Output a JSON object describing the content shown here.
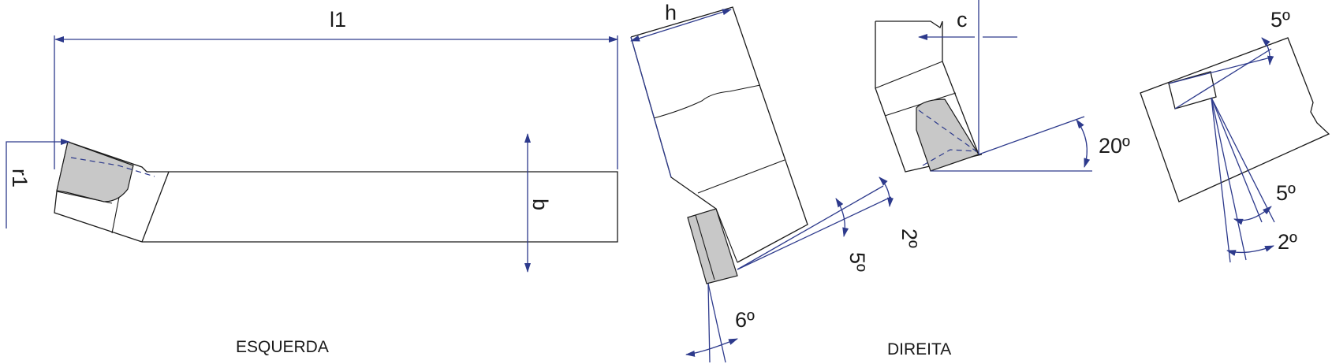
{
  "colors": {
    "outline": "#1a1a1a",
    "dimension": "#2d3a8c",
    "insert_fill": "#c8c8c8"
  },
  "left_view": {
    "caption": "ESQUERDA",
    "dim_length": "l1",
    "dim_radius": "r1",
    "dim_width": "b"
  },
  "middle_view": {
    "dim_height": "h",
    "angle_a": "5º",
    "angle_b": "2º",
    "angle_c": "6º"
  },
  "right_view": {
    "caption": "DIREITA",
    "dim_offset": "c",
    "angle_main": "20º"
  },
  "far_right_view": {
    "angle_top": "5º",
    "angle_mid": "5º",
    "angle_bottom": "2º"
  }
}
